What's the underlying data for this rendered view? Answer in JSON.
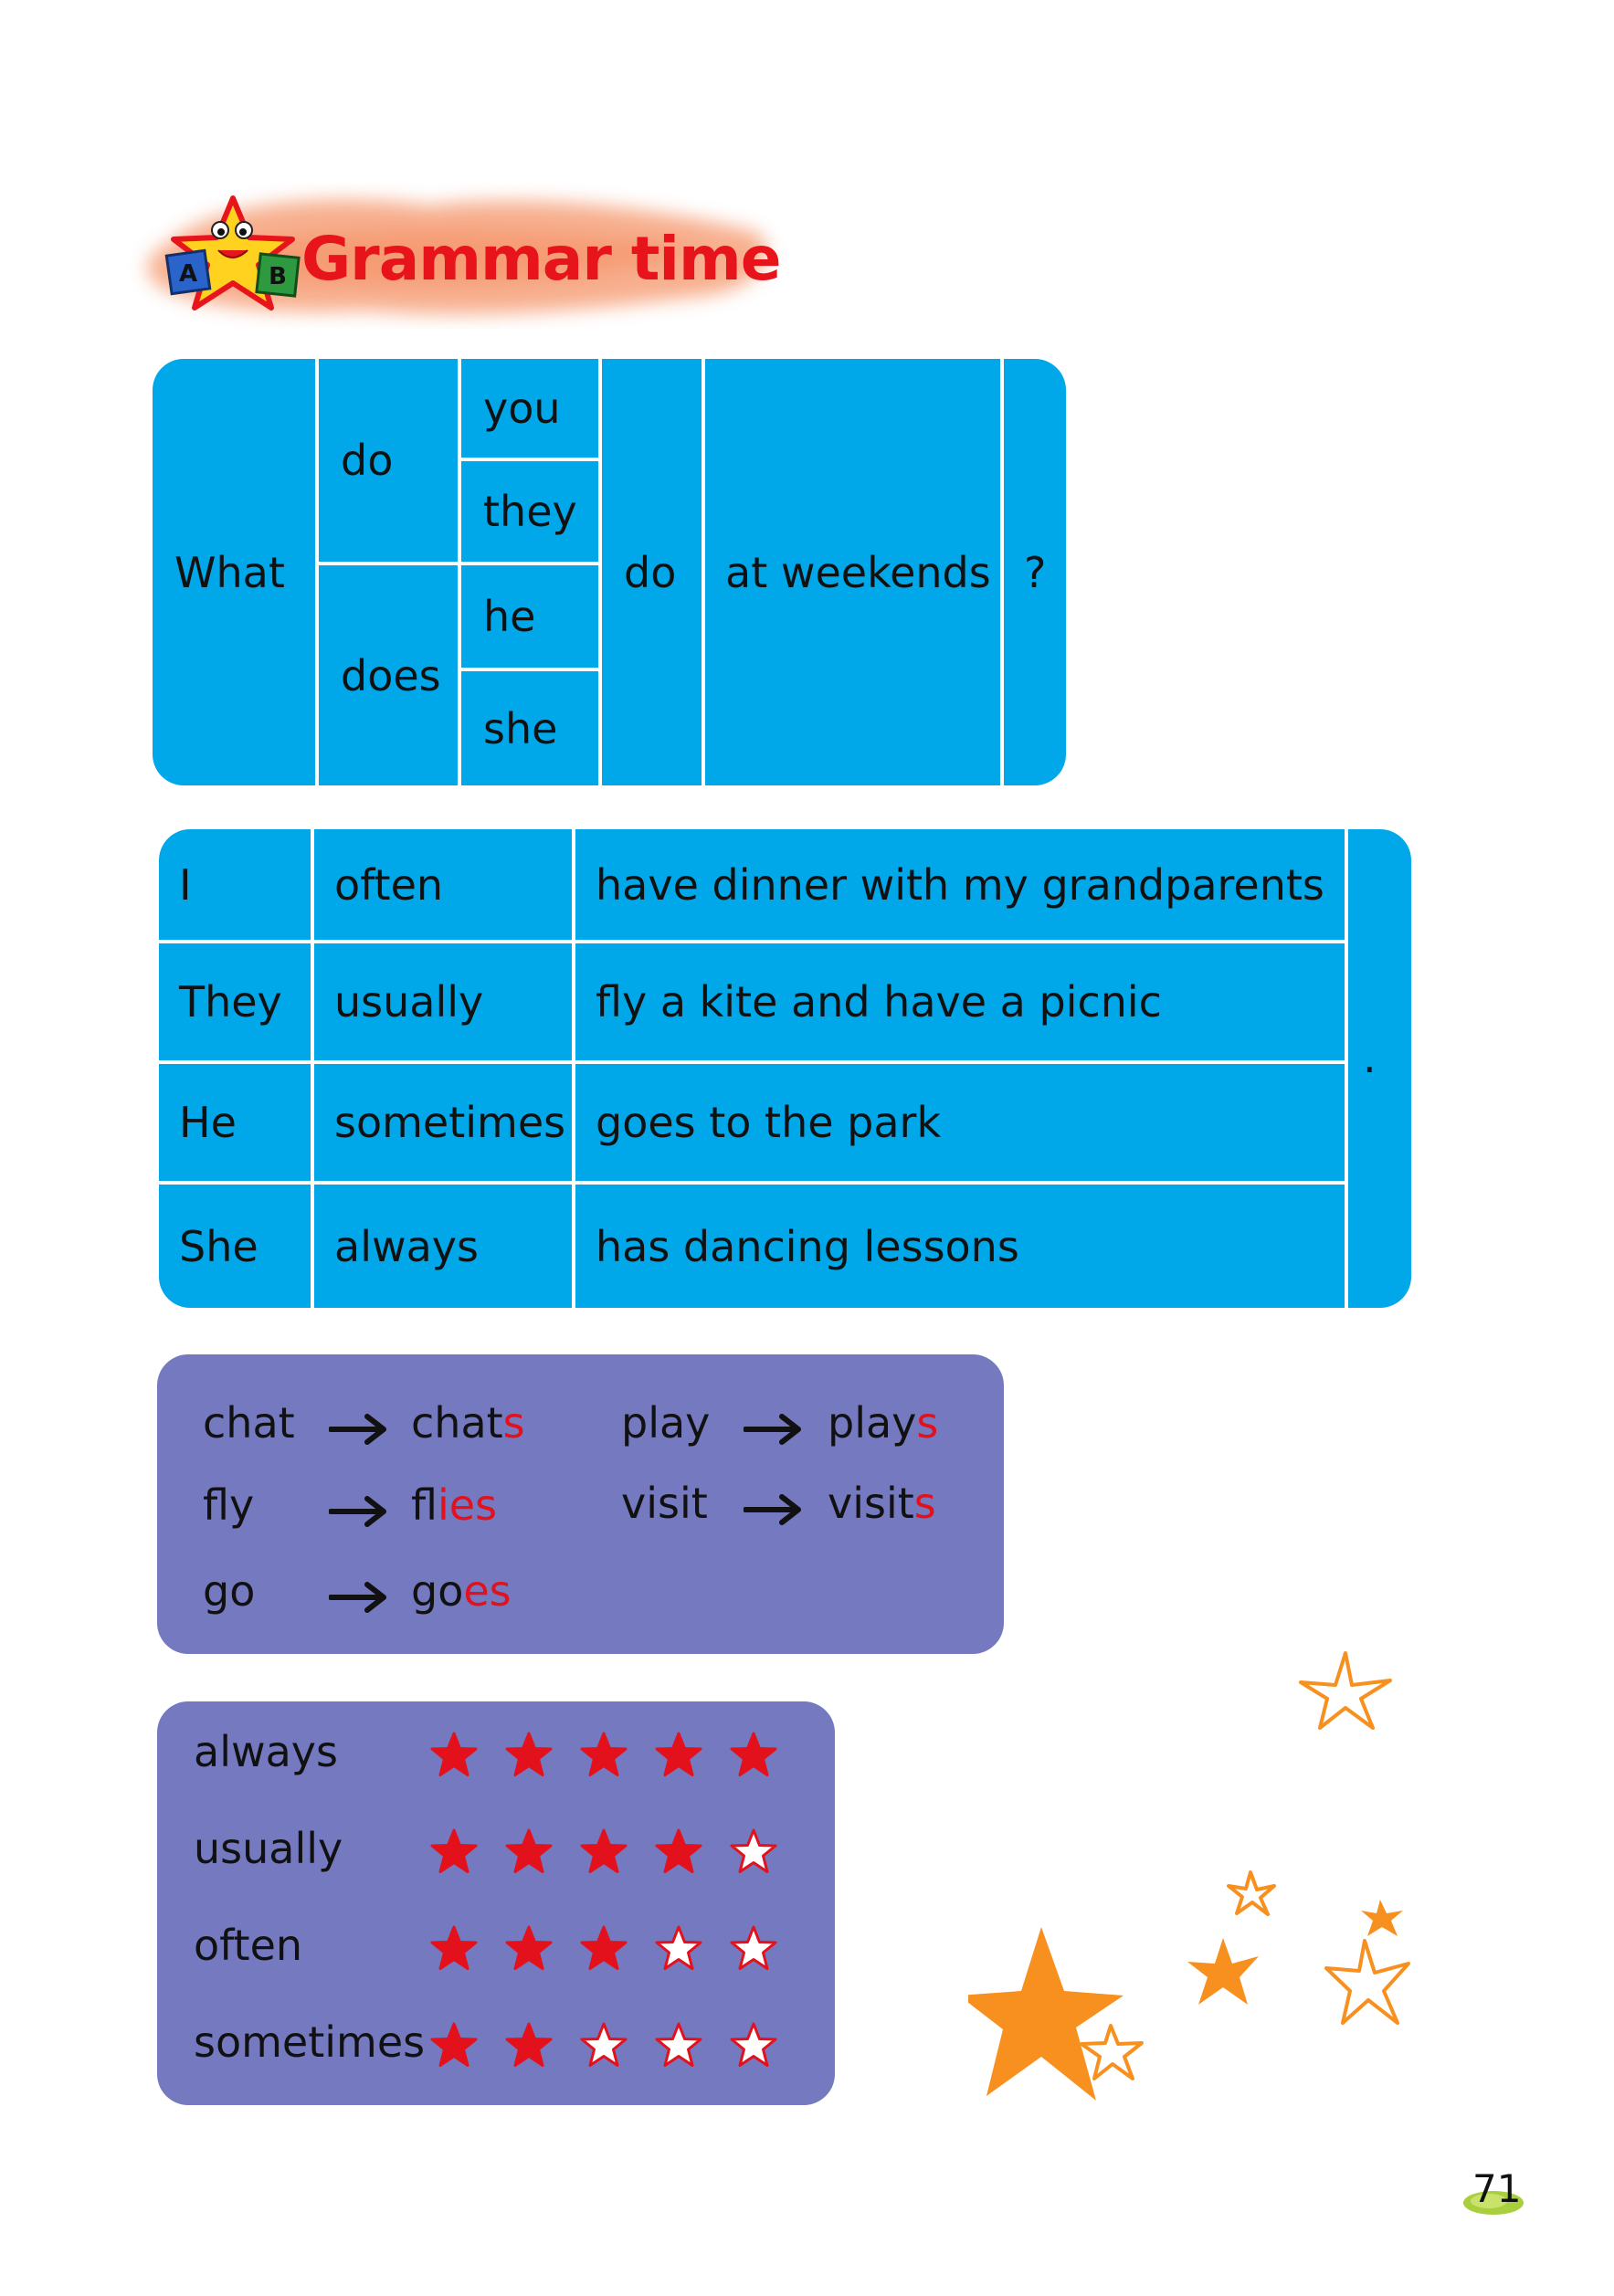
{
  "header": {
    "title": "Grammar time",
    "badge_letters": [
      "A",
      "B"
    ],
    "icon": "star-mascot-icon"
  },
  "question_table": {
    "what": "What",
    "aux": [
      "do",
      "does"
    ],
    "subjects": [
      "you",
      "they",
      "he",
      "she"
    ],
    "verb": "do",
    "phrase": "at weekends",
    "end": "?"
  },
  "statement_table": {
    "rows": [
      {
        "subject": "I",
        "adverb": "often",
        "activity": "have dinner with my grandparents"
      },
      {
        "subject": "They",
        "adverb": "usually",
        "activity": "fly a kite and have a picnic"
      },
      {
        "subject": "He",
        "adverb": "sometimes",
        "activity": "goes to the park"
      },
      {
        "subject": "She",
        "adverb": "always",
        "activity": "has dancing lessons"
      }
    ],
    "end": "."
  },
  "verb_forms": {
    "left": [
      {
        "base": "chat",
        "stem": "chat",
        "suffix": "s"
      },
      {
        "base": "fly",
        "stem": "fl",
        "suffix": "ies"
      },
      {
        "base": "go",
        "stem": "go",
        "suffix": "es"
      }
    ],
    "right": [
      {
        "base": "play",
        "stem": "play",
        "suffix": "s"
      },
      {
        "base": "visit",
        "stem": "visit",
        "suffix": "s"
      }
    ],
    "arrow_icon": "arrow-right-icon"
  },
  "frequency": {
    "rows": [
      {
        "label": "always",
        "filled": 5,
        "total": 5
      },
      {
        "label": "usually",
        "filled": 4,
        "total": 5
      },
      {
        "label": "often",
        "filled": 3,
        "total": 5
      },
      {
        "label": "sometimes",
        "filled": 2,
        "total": 5
      }
    ],
    "filled_color": "#e3111b",
    "empty_color": "#ffffff"
  },
  "colors": {
    "title_red": "#e8141b",
    "table_blue": "#00a7e9",
    "box_purple": "#7479c0",
    "deco_orange": "#f7901e"
  },
  "page_number": "71"
}
